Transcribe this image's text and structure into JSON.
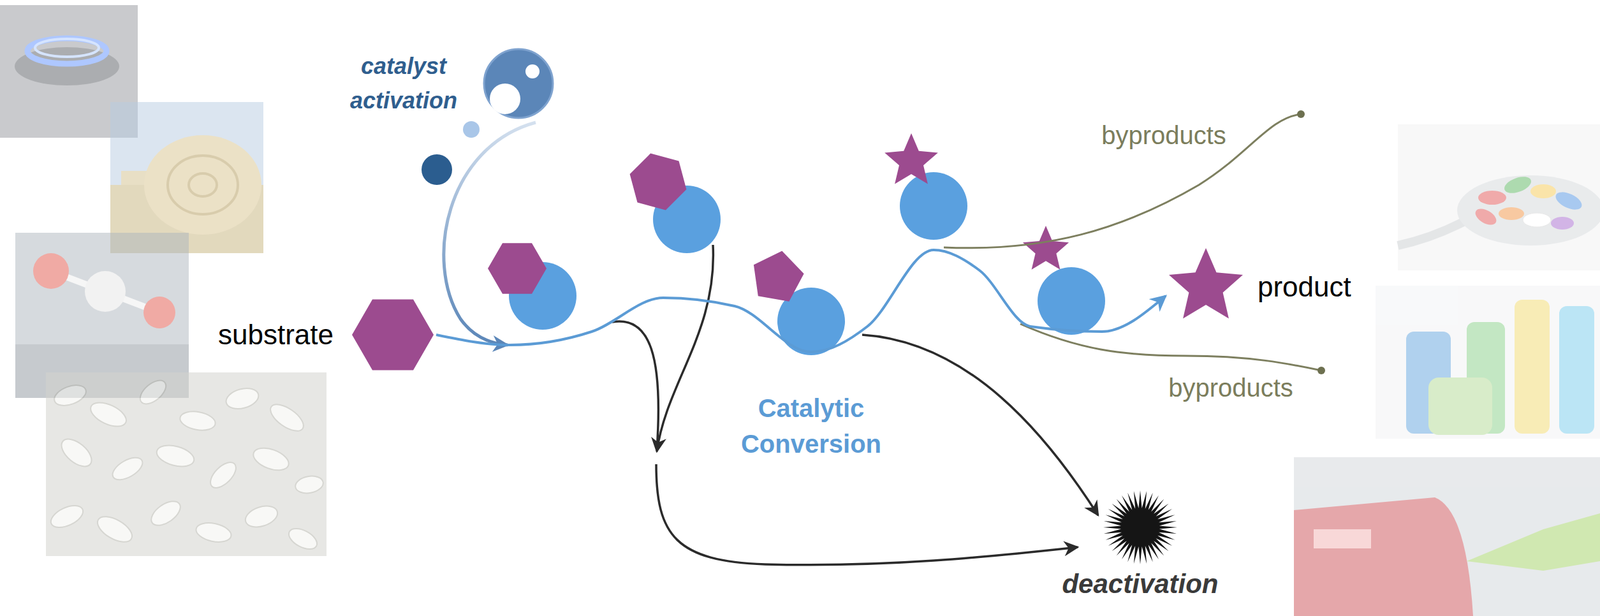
{
  "diagram": {
    "nodes": [
      {
        "text": [
          "catalyst activation"
        ]
      },
      {
        "text": [
          "substrate"
        ]
      },
      {
        "text": [
          "product"
        ]
      },
      {
        "text": [
          "deactivation"
        ]
      }
    ],
    "edges": [
      {
        "from": 1,
        "to": 2,
        "arrow": "to"
      }
    ],
    "labels": [
      "byproducts",
      "byproducts",
      "Catalytic Conversion"
    ]
  }
}
